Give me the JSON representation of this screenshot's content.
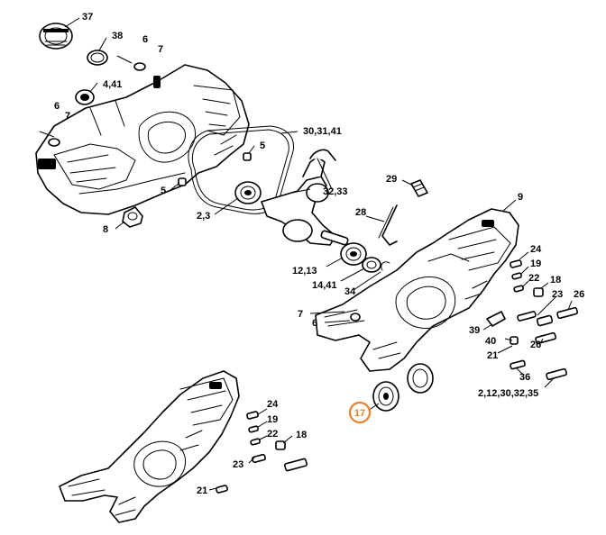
{
  "highlight_color": "#e8822a",
  "highlighted_callout": "17",
  "callouts": {
    "c37": "37",
    "c38": "38",
    "c6a": "6",
    "c7a": "7",
    "c4_41": "4,41",
    "c6b": "6",
    "c7b": "7",
    "c30_31_41": "30,31,41",
    "c5a": "5",
    "c5b": "5",
    "c2_3": "2,3",
    "c8": "8",
    "c29": "29",
    "c9": "9",
    "c32_33": "32,33",
    "c28": "28",
    "c12_13": "12,13",
    "c14_41": "14,41",
    "c34": "34",
    "c7c": "7",
    "c6c": "6",
    "c24a": "24",
    "c19a": "19",
    "c22a": "22",
    "c18a": "18",
    "c23a": "23",
    "c26a": "26",
    "c39": "39",
    "c40": "40",
    "c21a": "21",
    "c26b": "26",
    "c36": "36",
    "c2_12_30_32_35": "2,12,30,32,35",
    "c17": "17",
    "c24b": "24",
    "c19b": "19",
    "c22b": "22",
    "c18b": "18",
    "c23b": "23",
    "c21b": "21"
  }
}
